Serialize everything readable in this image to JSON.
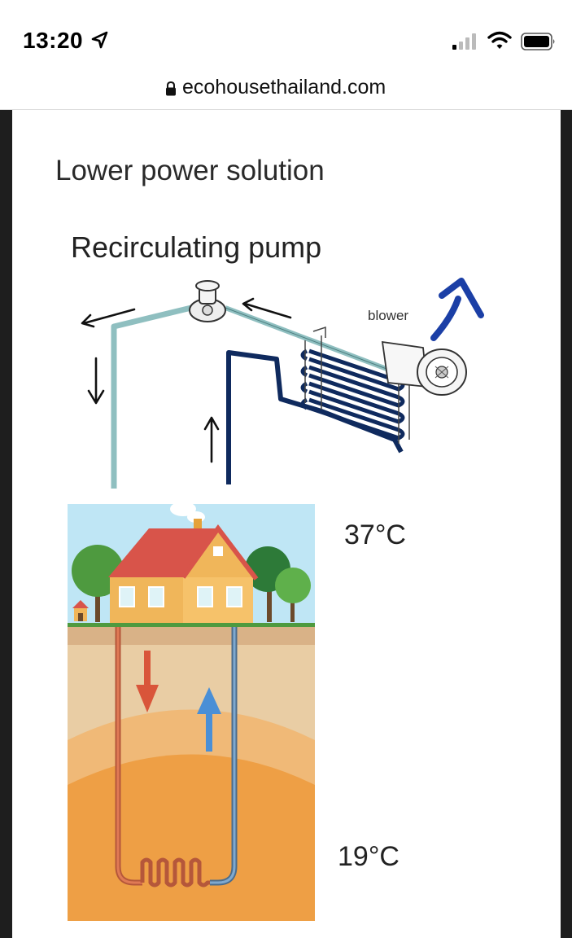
{
  "status_bar": {
    "time": "13:20",
    "icons": [
      "location-arrow-icon",
      "cellular-signal-icon",
      "wifi-icon",
      "battery-icon"
    ]
  },
  "browser": {
    "url": "ecohousethailand.com",
    "lock_icon": "lock-icon"
  },
  "slide": {
    "title": "Lower power solution",
    "diagram_title": "Recirculating pump",
    "blower_label": "blower",
    "temp_top": "37°C",
    "temp_bottom": "19°C"
  },
  "colors": {
    "cold_pipe": "#8fbfc0",
    "warm_pipe": "#0f2a5e",
    "blower_arrow": "#1b3fa6",
    "down_arrow_ground": "#d9553a",
    "up_arrow_ground": "#4a8fd6",
    "sky": "#bfe6f5",
    "soil_top": "#e9cda4",
    "soil_mid": "#f0b977",
    "soil_deep": "#ee9f45"
  }
}
